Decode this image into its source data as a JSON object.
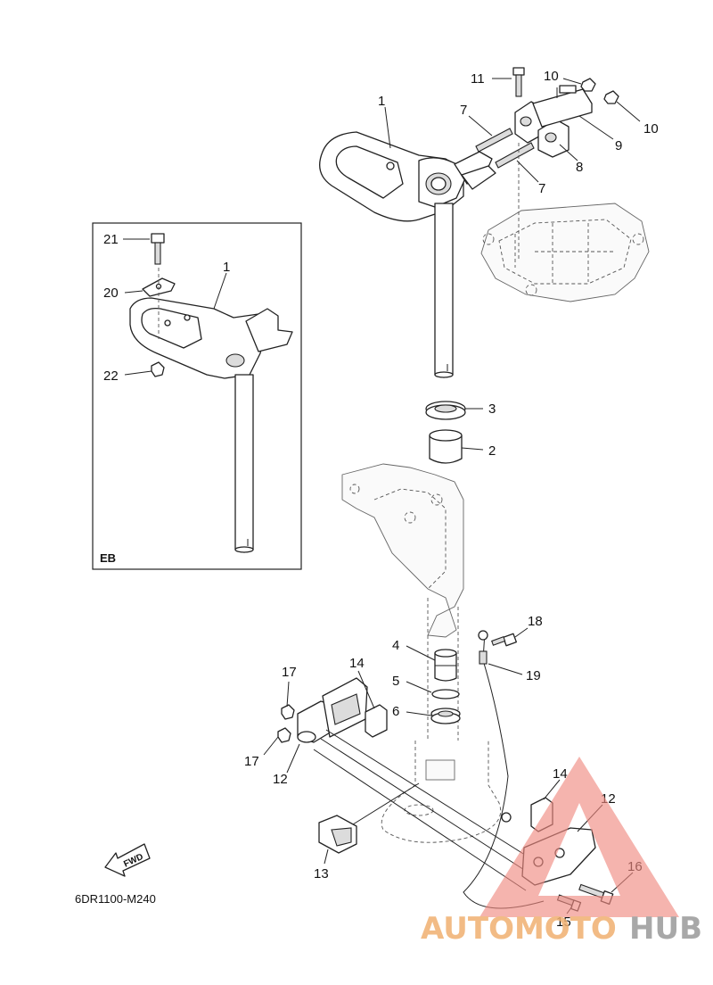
{
  "diagram": {
    "inset_label": "EB",
    "diagram_code": "6DR1100-M240",
    "fwd_label": "FWD",
    "callouts": [
      {
        "id": "c1-main",
        "text": "1"
      },
      {
        "id": "c7-top",
        "text": "7"
      },
      {
        "id": "c7-bot",
        "text": "7"
      },
      {
        "id": "c11",
        "text": "11"
      },
      {
        "id": "c10-a",
        "text": "10"
      },
      {
        "id": "c10-b",
        "text": "10"
      },
      {
        "id": "c9",
        "text": "9"
      },
      {
        "id": "c8",
        "text": "8"
      },
      {
        "id": "c21",
        "text": "21"
      },
      {
        "id": "c20",
        "text": "20"
      },
      {
        "id": "c1-inset",
        "text": "1"
      },
      {
        "id": "c22",
        "text": "22"
      },
      {
        "id": "c3",
        "text": "3"
      },
      {
        "id": "c2",
        "text": "2"
      },
      {
        "id": "c18",
        "text": "18"
      },
      {
        "id": "c19",
        "text": "19"
      },
      {
        "id": "c4",
        "text": "4"
      },
      {
        "id": "c5",
        "text": "5"
      },
      {
        "id": "c6",
        "text": "6"
      },
      {
        "id": "c17-a",
        "text": "17"
      },
      {
        "id": "c17-b",
        "text": "17"
      },
      {
        "id": "c14-a",
        "text": "14"
      },
      {
        "id": "c12-a",
        "text": "12"
      },
      {
        "id": "c13",
        "text": "13"
      },
      {
        "id": "c14-b",
        "text": "14"
      },
      {
        "id": "c12-b",
        "text": "12"
      },
      {
        "id": "c16",
        "text": "16"
      },
      {
        "id": "c15",
        "text": "15"
      }
    ]
  },
  "watermark": {
    "part_a": "AUTOMOTO",
    "part_b": "HUB",
    "color_primary": "#f08a80",
    "color_secondary": "#9a9a9a"
  }
}
